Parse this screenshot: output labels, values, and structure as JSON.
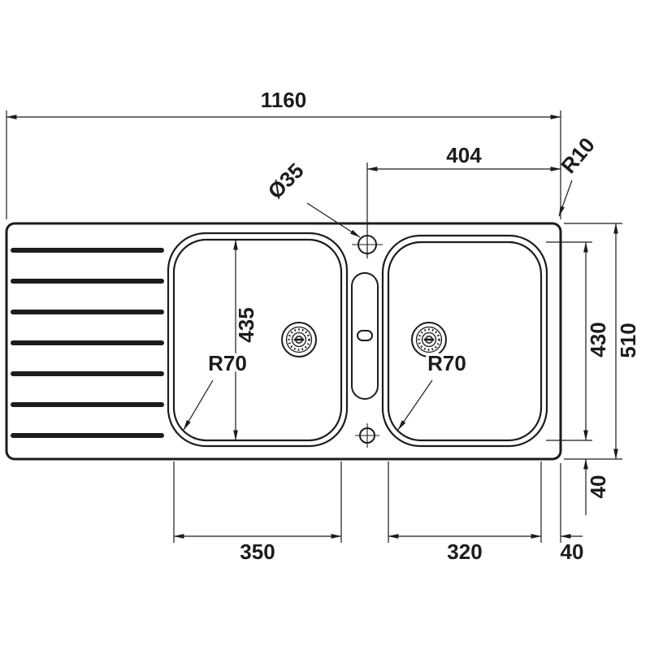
{
  "page": {
    "background": "#ffffff",
    "line_color": "#1c1c1c"
  },
  "drawing": {
    "type": "technical-drawing",
    "subject": "double-bowl kitchen sink with drainboard, top view, dimensioned",
    "dims": {
      "overall_width": "1160",
      "tap_offset": "404",
      "corner_radius": "R10",
      "tap_diameter": "Ø35",
      "left_bowl_depth": "435",
      "right_bowl_depth": "430",
      "overall_depth": "510",
      "left_bowl_radius": "R70",
      "right_bowl_radius": "R70",
      "left_bowl_width": "350",
      "right_bowl_width": "320",
      "bottom_offset": "40",
      "right_offset": "40"
    }
  }
}
